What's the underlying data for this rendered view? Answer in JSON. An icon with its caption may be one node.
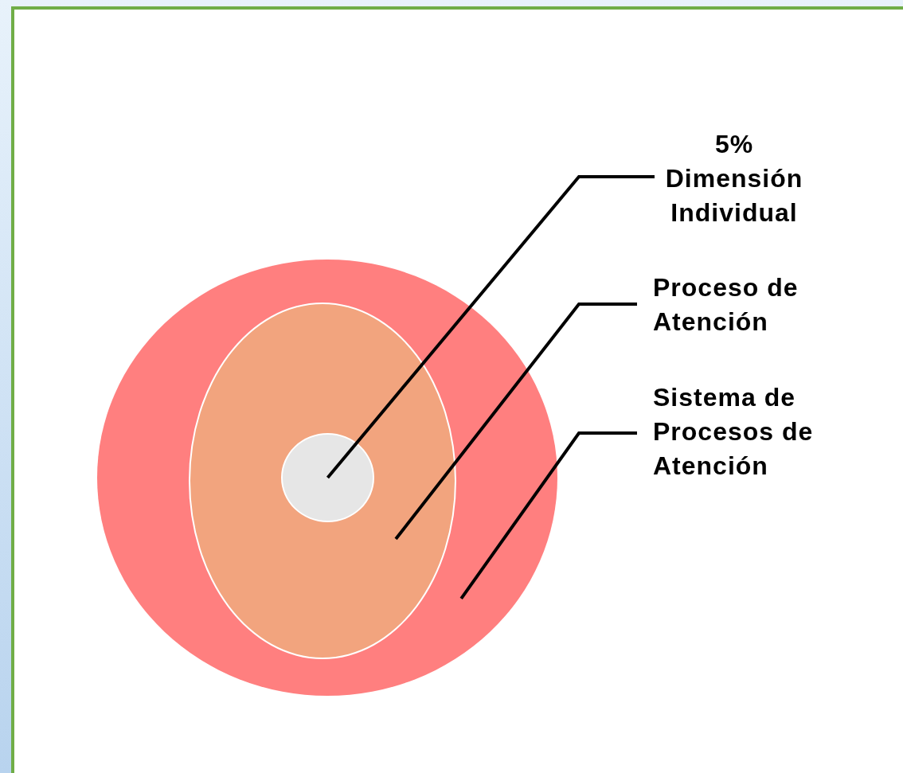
{
  "diagram": {
    "nodes": [
      {
        "text": [],
        "shape": "circle"
      },
      {
        "text": [],
        "shape": "circle",
        "in": 0
      },
      {
        "text": [],
        "shape": "circle",
        "in": 1
      },
      {
        "text": [
          "5% Dimensión Individual"
        ]
      },
      {
        "text": [
          "Proceso de Atención"
        ]
      },
      {
        "text": [
          "Sistema de Procesos de Atención"
        ]
      }
    ],
    "edges": [
      {
        "from": 3,
        "to": 2,
        "arrow": "none"
      },
      {
        "from": 4,
        "to": 1,
        "arrow": "none"
      },
      {
        "from": 5,
        "to": 0,
        "arrow": "none"
      }
    ]
  }
}
